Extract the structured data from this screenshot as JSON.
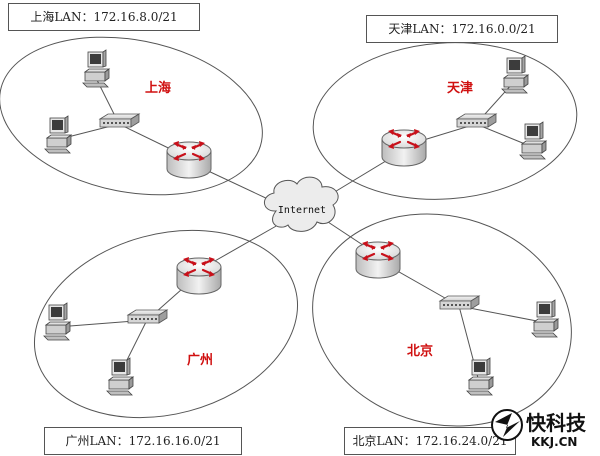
{
  "lan_labels": {
    "shanghai": "上海LAN：172.16.8.0/21",
    "tianjin": "天津LAN：172.16.0.0/21",
    "guangzhou": "广州LAN：172.16.16.0/21",
    "beijing": "北京LAN：172.16.24.0/21"
  },
  "cities": {
    "shanghai": "上海",
    "tianjin": "天津",
    "guangzhou": "广州",
    "beijing": "北京"
  },
  "internet_label": "Internet",
  "watermark": {
    "brand": "快科技",
    "domain": "KKJ.CN"
  },
  "colors": {
    "city_label": "#d01010",
    "router_arrows": "#c8101a",
    "lines": "#555555"
  }
}
